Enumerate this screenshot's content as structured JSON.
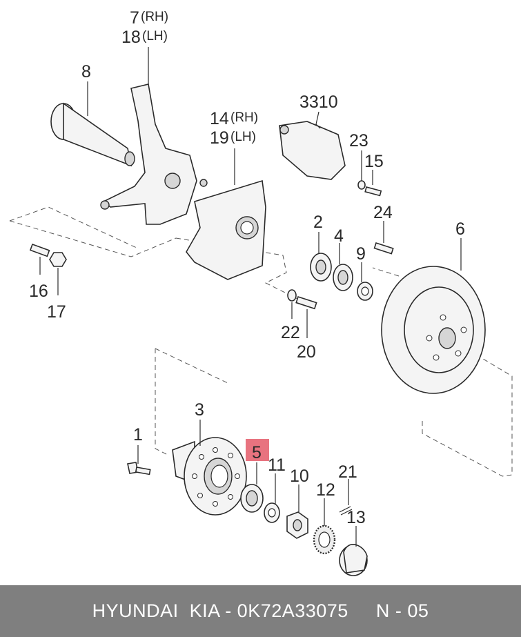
{
  "callouts": {
    "c7": "7",
    "c7_side": "(RH)",
    "c18": "18",
    "c18_side": "(LH)",
    "c8": "8",
    "c14": "14",
    "c14_side": "(RH)",
    "c19": "19",
    "c19_side": "(LH)",
    "c3310": "3310",
    "c23": "23",
    "c15": "15",
    "c24": "24",
    "c2": "2",
    "c4": "4",
    "c9": "9",
    "c6": "6",
    "c16": "16",
    "c17": "17",
    "c22": "22",
    "c20": "20",
    "c3": "3",
    "c1": "1",
    "c5": "5",
    "c11": "11",
    "c10": "10",
    "c12": "12",
    "c21": "21",
    "c13": "13"
  },
  "highlight_color": "#e8737f",
  "footer": {
    "text": "HYUNDAI  KIA - 0K72A33075     N - 05"
  },
  "colors": {
    "footer_bg": "#7f7f7f",
    "footer_text": "#ffffff"
  }
}
